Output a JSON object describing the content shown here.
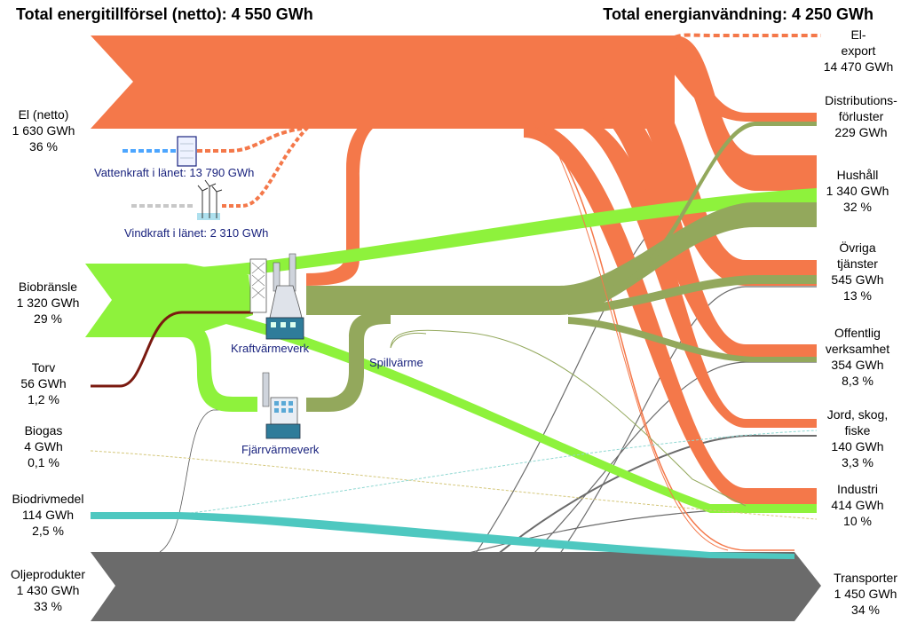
{
  "header": {
    "supply_title": "Total energitillförsel (netto): 4 550 GWh",
    "use_title": "Total energianvändning: 4 250 GWh"
  },
  "sources": [
    {
      "name": "El (netto)",
      "value": "1 630 GWh",
      "share": "36 %"
    },
    {
      "name": "Biobränsle",
      "value": "1 320 GWh",
      "share": "29 %"
    },
    {
      "name": "Torv",
      "value": "56 GWh",
      "share": "1,2 %"
    },
    {
      "name": "Biogas",
      "value": "4 GWh",
      "share": "0,1 %"
    },
    {
      "name": "Biodrivmedel",
      "value": "114 GWh",
      "share": "2,5 %"
    },
    {
      "name": "Oljeprodukter",
      "value": "1 430 GWh",
      "share": "33 %"
    }
  ],
  "uses": [
    {
      "name": "El-",
      "name2": "export",
      "value": "14 470 GWh"
    },
    {
      "name": "Distributions-",
      "name2": "förluster",
      "value": "229 GWh"
    },
    {
      "name": "Hushåll",
      "value": "1 340 GWh",
      "share": "32 %"
    },
    {
      "name": "Övriga",
      "name2": "tjänster",
      "value": "545 GWh",
      "share": "13 %"
    },
    {
      "name": "Offentlig",
      "name2": "verksamhet",
      "value": "354 GWh",
      "share": "8,3 %"
    },
    {
      "name": "Jord, skog,",
      "name2": "fiske",
      "value": "140 GWh",
      "share": "3,3 %"
    },
    {
      "name": "Industri",
      "value": "414 GWh",
      "share": "10 %"
    },
    {
      "name": "Transporter",
      "value": "1 450 GWh",
      "share": "34 %"
    }
  ],
  "converters": {
    "hydro": "Vattenkraft i länet: 13 790 GWh",
    "wind": "Vindkraft i länet: 2 310 GWh",
    "chp": "Kraftvärmeverk",
    "district_heating": "Fjärrvärmeverk",
    "waste_heat": "Spillvärme"
  },
  "colors": {
    "electricity": "#f4784a",
    "biofuel": "#8ef23c",
    "peat": "#7a1a10",
    "biogas": "#e3d99b",
    "biodiesel": "#4ec8c0",
    "oil": "#6b6b6b",
    "heat": "#93a85c",
    "hydro": "#4da6ff",
    "wind": "#c8c8c8"
  }
}
